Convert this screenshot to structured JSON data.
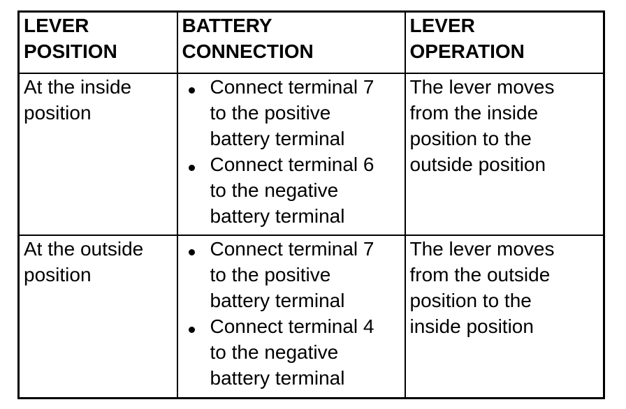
{
  "page": {
    "background_color": "#ffffff",
    "text_color": "#000000",
    "border_color": "#000000"
  },
  "table": {
    "columns": [
      "LEVER POSITION",
      "BATTERY CONNECTION",
      "LEVER OPERATION"
    ],
    "rows": [
      {
        "lever_position": "At the inside position",
        "battery_connection": [
          "Connect terminal 7 to the positive battery terminal",
          "Connect terminal 6 to the negative battery terminal"
        ],
        "lever_operation": "The lever moves from the inside position to the outside position"
      },
      {
        "lever_position": "At the outside position",
        "battery_connection": [
          "Connect terminal 7 to the positive battery terminal",
          "Connect terminal 4 to the negative battery terminal"
        ],
        "lever_operation": "The lever moves from the outside position to the inside position"
      }
    ]
  }
}
